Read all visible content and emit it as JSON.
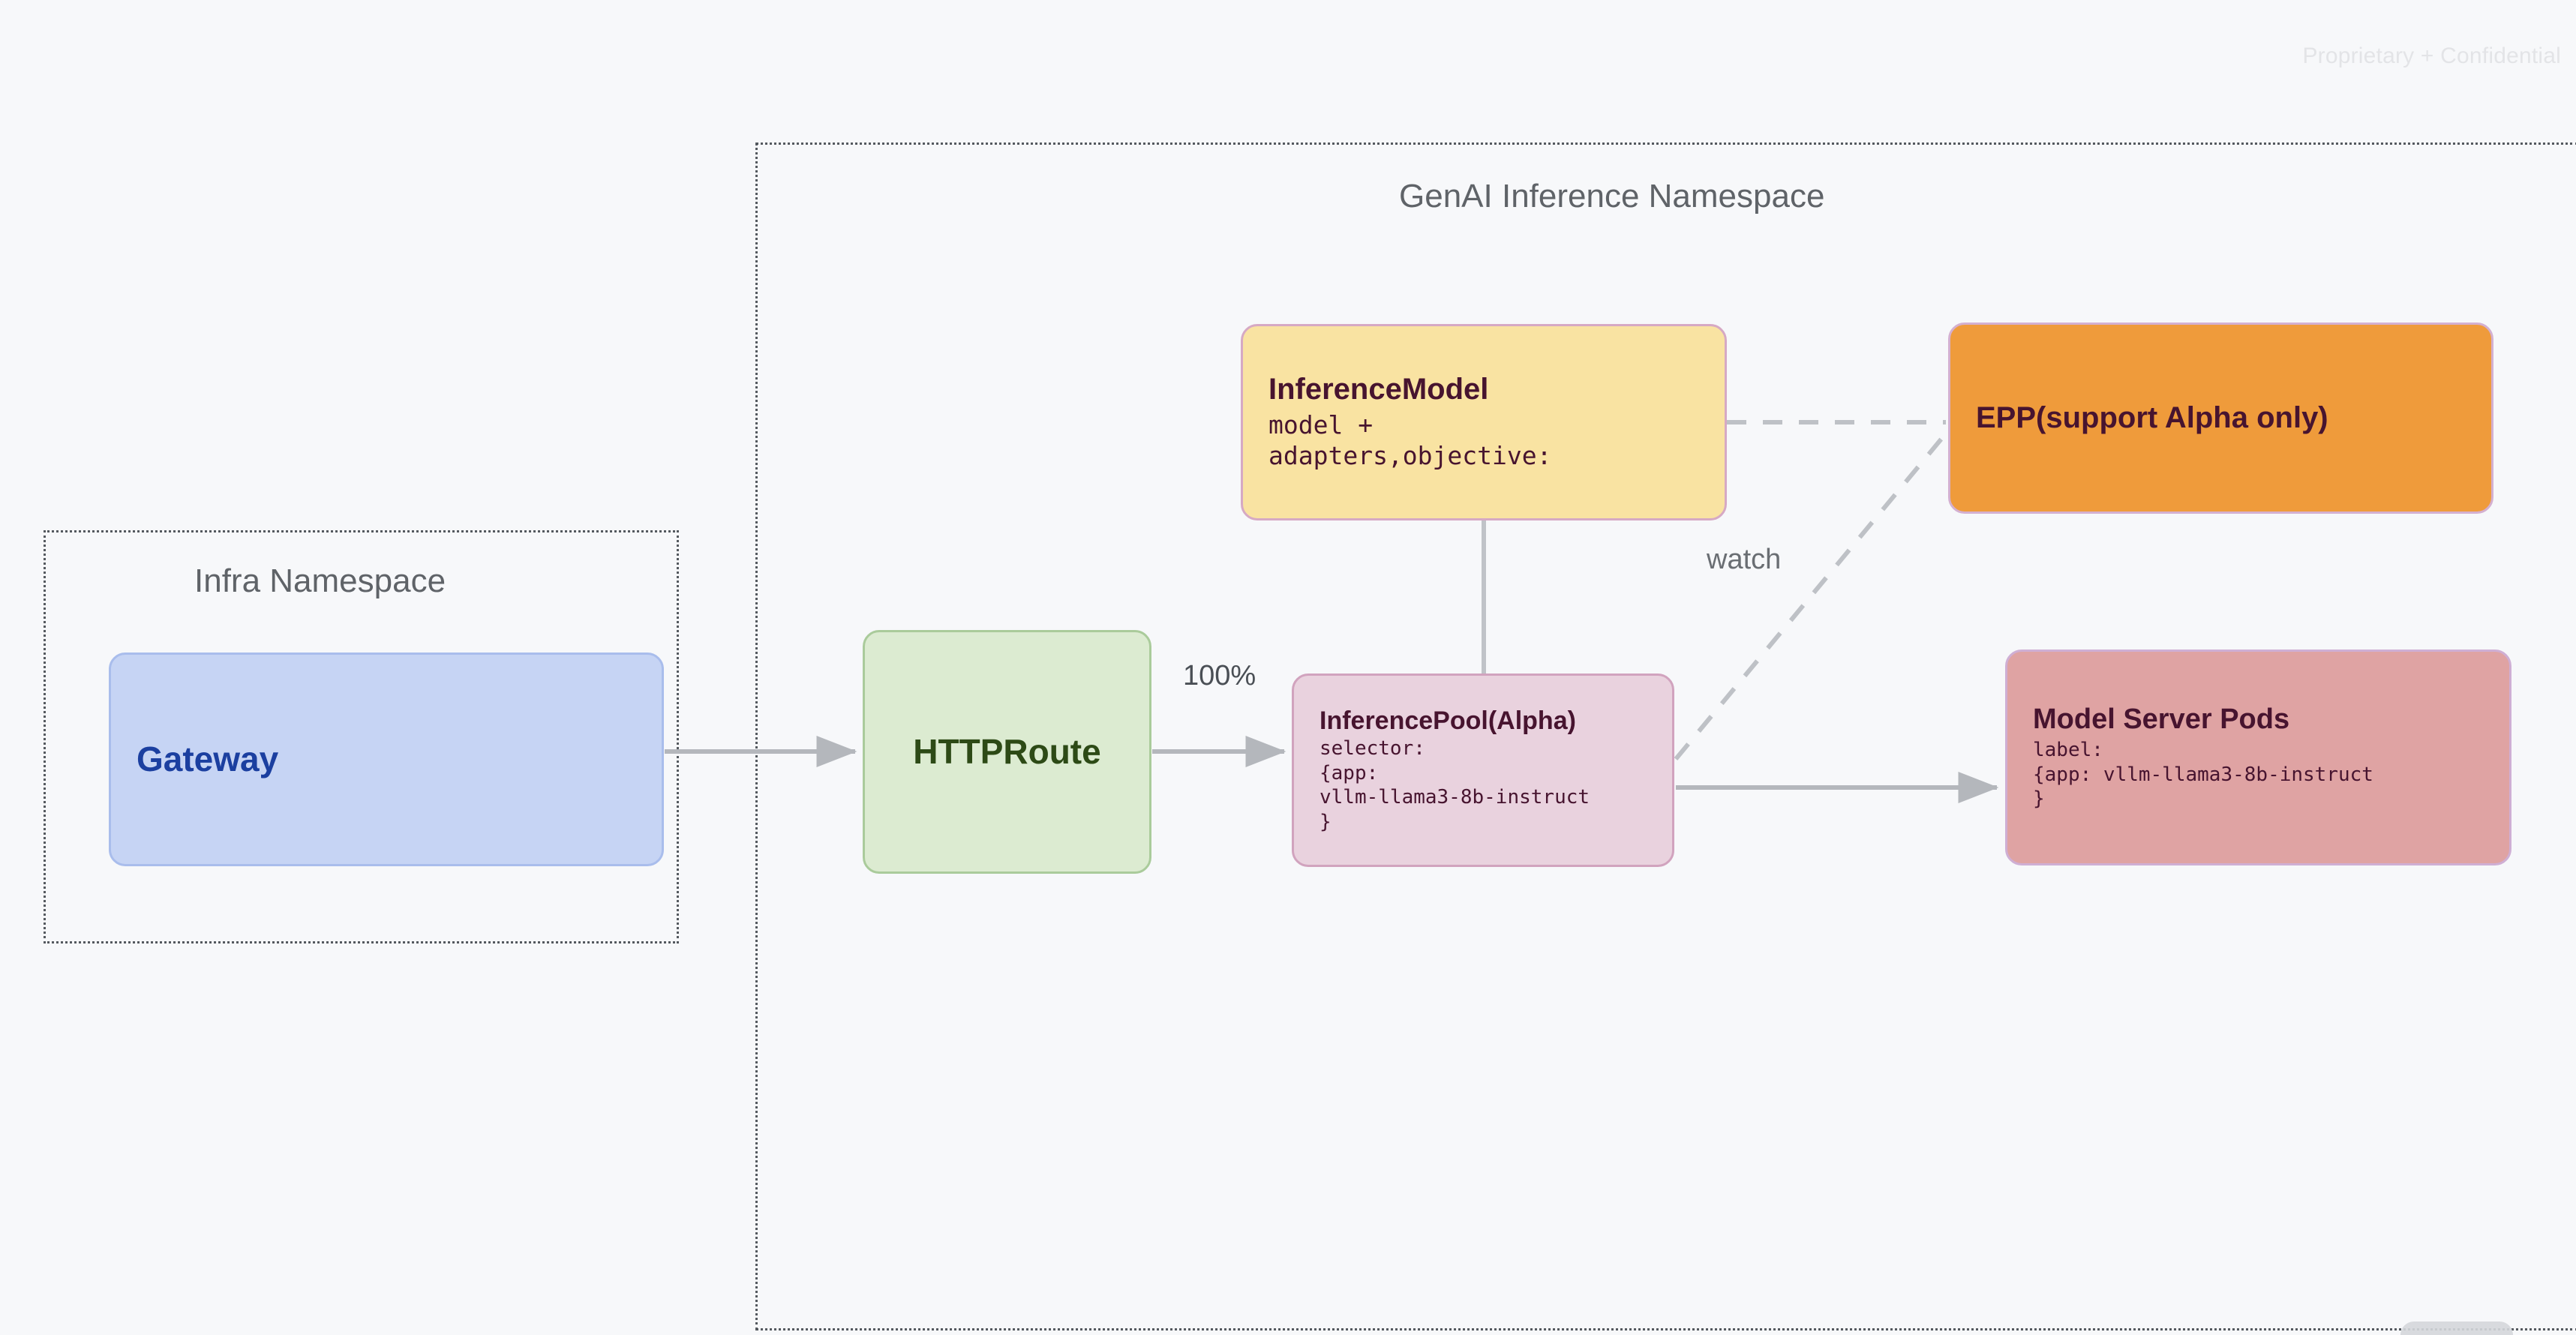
{
  "watermark": {
    "text": "Proprietary + Confidential"
  },
  "namespaces": [
    {
      "id": "infra",
      "title": "Infra Namespace"
    },
    {
      "id": "genai",
      "title": "GenAI Inference Namespace"
    }
  ],
  "nodes": {
    "gateway": {
      "title": "Gateway",
      "body": "",
      "fill": "#C6D4F4",
      "border": "#A9BDEC",
      "text": "#1B3FA0"
    },
    "httproute": {
      "title": "HTTPRoute",
      "body": "",
      "fill": "#DCEBD1",
      "border": "#AACB9B",
      "text": "#2D4A16"
    },
    "inferencemodel": {
      "title": "InferenceModel",
      "body": "model +\nadapters,objective:",
      "fill": "#F9E3A2",
      "border": "#D6A9C4",
      "text": "#47142F"
    },
    "inferencepool": {
      "title": "InferencePool(Alpha)",
      "body": "selector:\n{app:\nvllm-llama3-8b-instruct\n}",
      "fill": "#E9D2DE",
      "border": "#D1A3BE",
      "text": "#47142F"
    },
    "epp": {
      "title": "EPP(support Alpha only)",
      "body": "",
      "fill": "#EF9B3B",
      "border": "#D4B0D0",
      "text": "#47142F"
    },
    "modelserverpods": {
      "title": "Model Server Pods",
      "body": "label:\n{app: vllm-llama3-8b-instruct\n}",
      "fill": "#DFA3A3",
      "border": "#CFAFD4",
      "text": "#47142F"
    }
  },
  "edges": {
    "gateway_to_httproute": {
      "label": "",
      "style": "solid-arrow"
    },
    "httproute_to_inferencepool": {
      "label": "100%",
      "style": "solid-arrow"
    },
    "inferencemodel_to_inferencepool": {
      "label": "",
      "style": "solid-line"
    },
    "inferencemodel_to_epp": {
      "label": "",
      "style": "dashed"
    },
    "inferencepool_to_epp": {
      "label": "watch",
      "style": "dashed"
    },
    "inferencepool_to_modelserverpods": {
      "label": "",
      "style": "solid-arrow"
    }
  },
  "colors": {
    "background": "#F7F8FA",
    "connector": "#B4B7BC",
    "namespace_border": "#54595F",
    "namespace_title": "#5F6368"
  }
}
